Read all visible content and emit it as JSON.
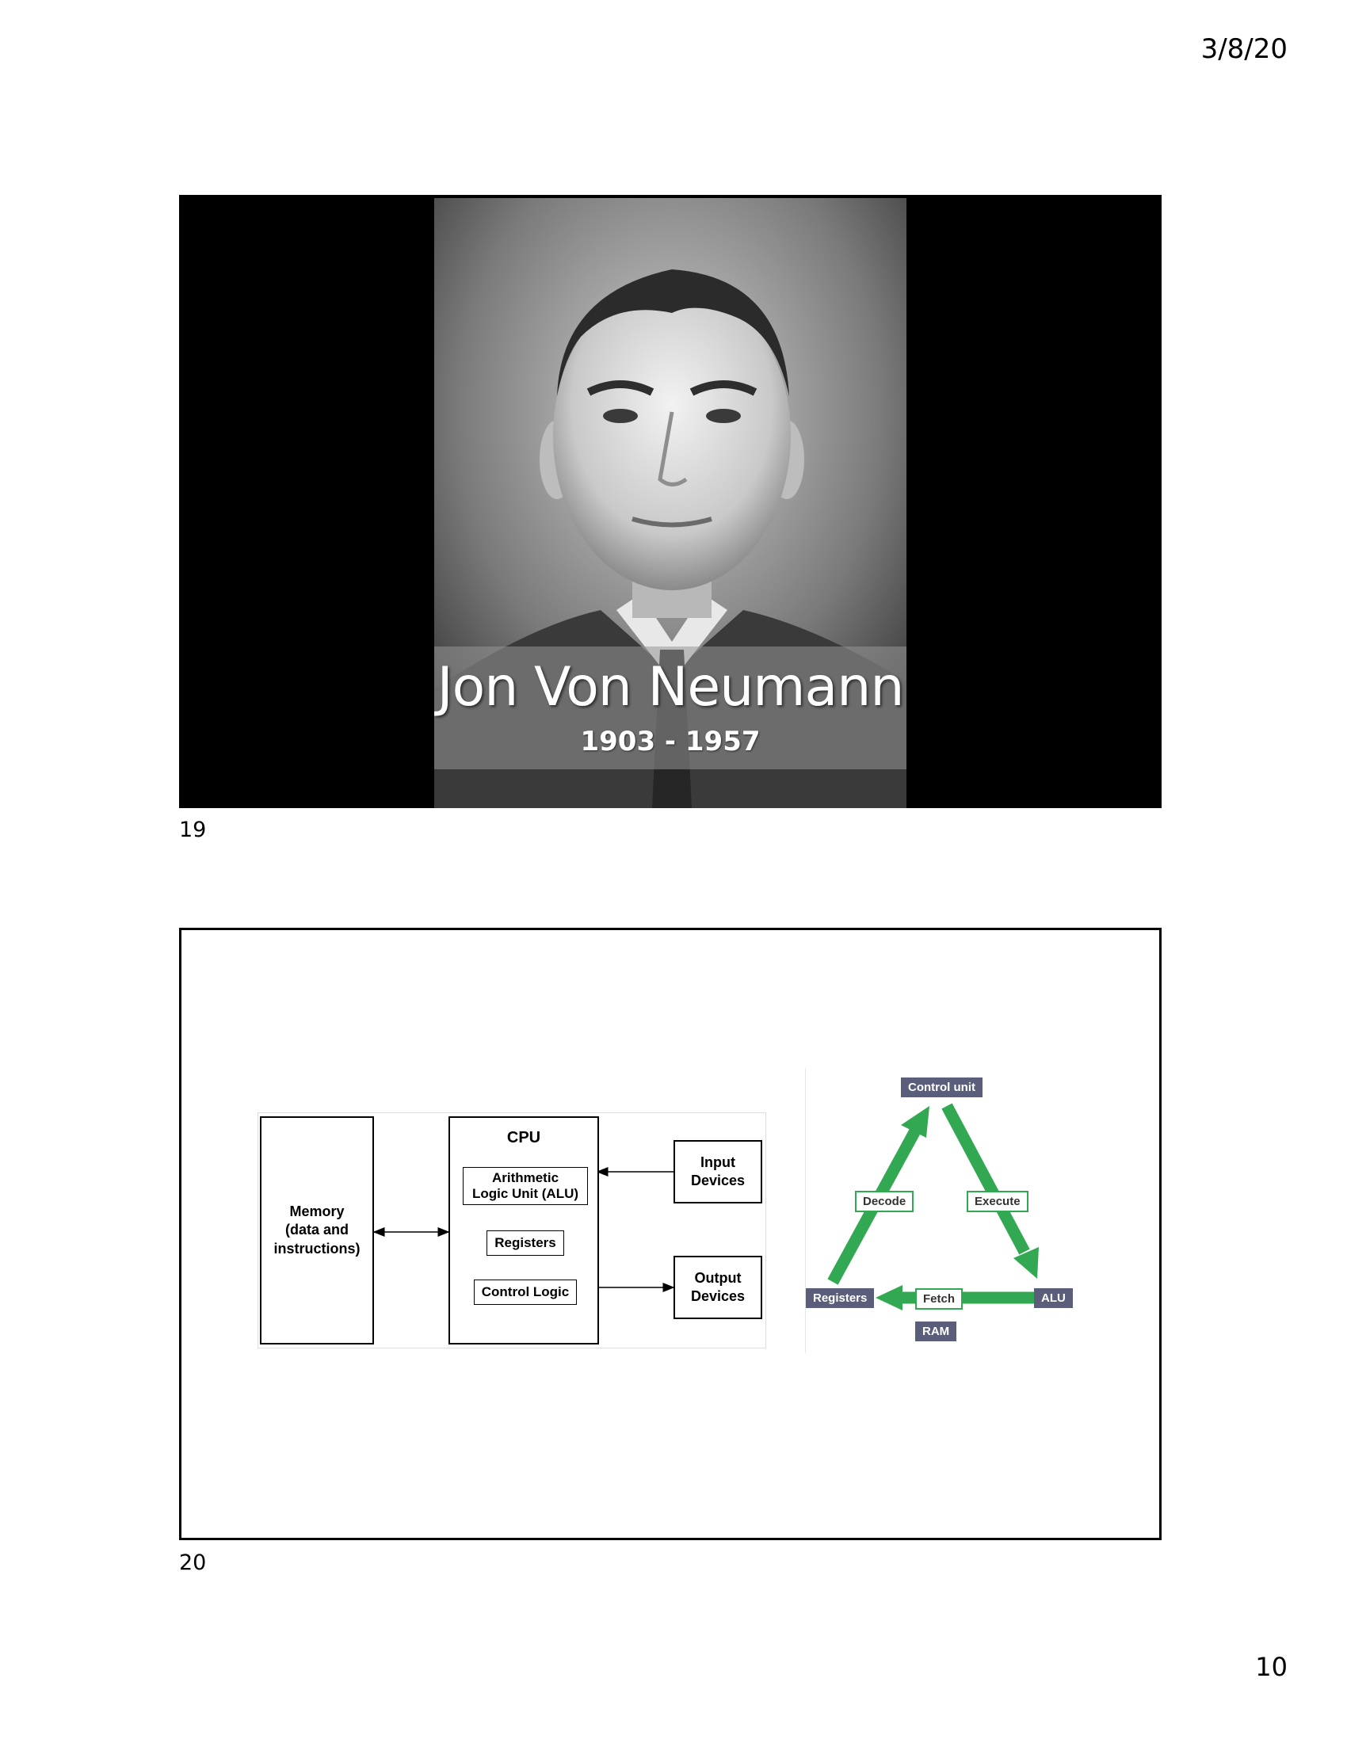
{
  "header": {
    "date": "3/8/20"
  },
  "footer": {
    "page_number": "10"
  },
  "slides": [
    {
      "number": "19",
      "banner": {
        "title": "Jon Von Neumann",
        "years": "1903 - 1957"
      }
    },
    {
      "number": "20",
      "architecture": {
        "memory": "Memory\n(data and\ninstructions)",
        "cpu": "CPU",
        "alu": "Arithmetic\nLogic Unit (ALU)",
        "registers": "Registers",
        "control_logic": "Control Logic",
        "input": "Input\nDevices",
        "output": "Output\nDevices"
      },
      "cycle": {
        "control_unit": "Control unit",
        "decode": "Decode",
        "execute": "Execute",
        "registers": "Registers",
        "fetch": "Fetch",
        "alu": "ALU",
        "ram": "RAM",
        "arrow_color": "#33a852",
        "tag_color": "#5b5e7b"
      }
    }
  ]
}
